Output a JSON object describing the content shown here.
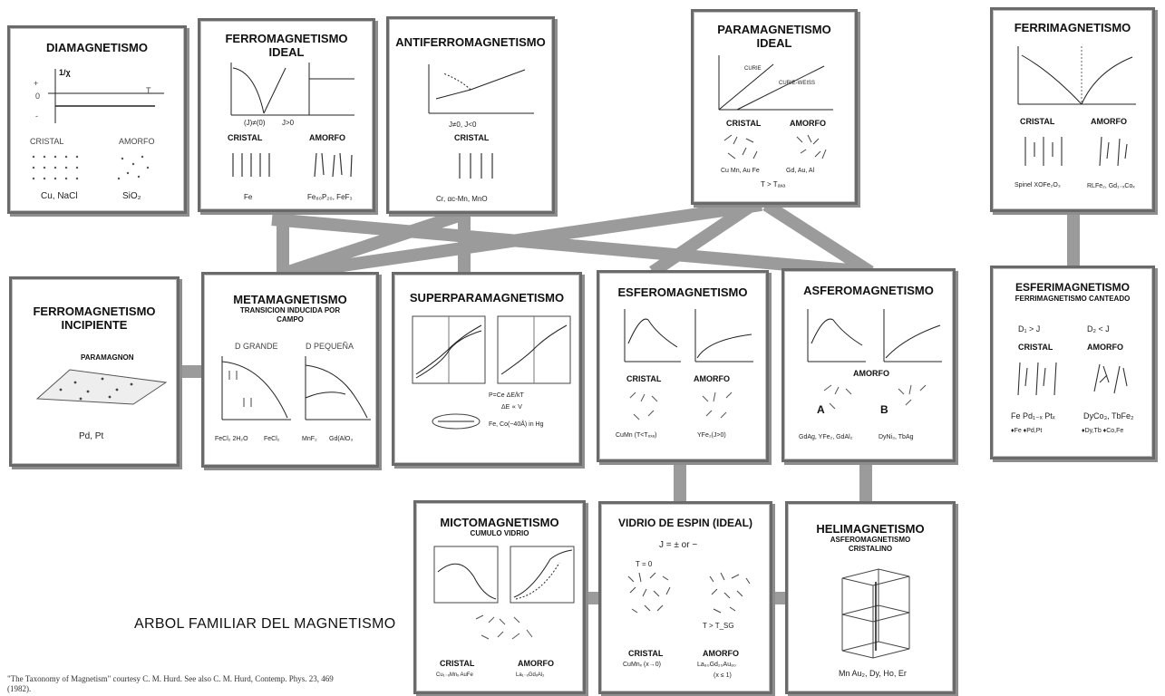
{
  "title": "ARBOL FAMILIAR DEL MAGNETISMO",
  "credit": "\"The Taxonomy of Magnetism\" courtesy C. M. Hurd. See also C. M. Hurd, Contemp. Phys. 23, 469 (1982).",
  "boxes": {
    "diamagnetismo": {
      "title": "DIAMAGNETISMO",
      "axis_plus": "+",
      "axis_zero": "0",
      "axis_minus": "-",
      "ylabel": "1/χ",
      "xlabel": "T",
      "crystal": "CRISTAL",
      "amorph": "AMORFO",
      "mat_crystal": "Cu, NaCl",
      "mat_amorph": "SiO₂"
    },
    "ferro_ideal": {
      "title": "FERROMAGNETISMO\nIDEAL",
      "note1": "(J)≠(0)",
      "note2": "J>0",
      "crystal": "CRISTAL",
      "amorph": "AMORFO",
      "mat_crystal": "Fe",
      "mat_amorph": "Fe₈₀P₂₀, FeF₃"
    },
    "antiferro": {
      "title": "ANTIFERROMAGNETISMO",
      "note1": "J≠0, J<0",
      "crystal": "CRISTAL",
      "mat_crystal": "Cr, αc-Mn, MnO"
    },
    "para_ideal": {
      "title": "PARAMAGNETISMO\nIDEAL",
      "curve1": "CURIE",
      "curve2": "CURIE-WEISS",
      "crystal": "CRISTAL",
      "amorph": "AMORFO",
      "mat_crystal": "Cu Mn, Au Fe",
      "mat_amorph": "Gd, Au, Al",
      "cond": "T > Tₐₓₐ"
    },
    "ferri": {
      "title": "FERRIMAGNETISMO",
      "crystal": "CRISTAL",
      "amorph": "AMORFO",
      "mat_crystal": "Spinel XOFe₂O₃",
      "mat_amorph": "RLFe₂, Gd₁₋ₓCoₓ"
    },
    "ferro_incip": {
      "title": "FERROMAGNETISMO\nINCIPIENTE",
      "paramagnon": "PARAMAGNON",
      "mat": "Pd, Pt"
    },
    "metamag": {
      "title": "METAMAGNETISMO",
      "subtitle": "TRANSICION INDUCIDA POR\nCAMPO",
      "d_grande": "D GRANDE",
      "d_pequena": "D PEQUEÑA",
      "mat1": "FeCl₂ 2H₂O",
      "mat2": "FeCl₂",
      "mat3": "MnF₂",
      "mat4": "Gd(AlO₃"
    },
    "superpara": {
      "title": "SUPERPARAMAGNETISMO",
      "eq1": "P=Ce ΔE/kT",
      "eq2": "ΔE ∝ V",
      "mat": "Fe, Co(~40Å) in Hg"
    },
    "esfero": {
      "title": "ESFEROMAGNETISMO",
      "crystal": "CRISTAL",
      "amorph": "AMORFO",
      "mat_crystal": "CuMn (T<Tₑₓₐ)",
      "mat_amorph": "YFe₂(J>0)"
    },
    "asfero": {
      "title": "ASFEROMAGNETISMO",
      "amorph": "AMORFO",
      "label_a": "A",
      "label_b": "B",
      "mat_a": "GdAg, YFe₂, GdAl₂",
      "mat_b": "DyNi₃, TbAg"
    },
    "esferi": {
      "title": "ESFERIMAGNETISMO",
      "subtitle": "FERRIMAGNETISMO CANTEADO",
      "cond1": "D₁ > J",
      "cond2": "D₂ < J",
      "crystal": "CRISTAL",
      "amorph": "AMORFO",
      "mat_crystal": "Fe Pd₁₋ₓ Ptₓ",
      "mat_amorph": "DyCo₃, TbFe₂",
      "mat_crystal2": "♦Fe  ♦Pd,Pt",
      "mat_amorph2": "♦Dy,Tb  ♦Co,Fe"
    },
    "micto": {
      "title": "MICTOMAGNETISMO",
      "subtitle": "CUMULO VIDRIO",
      "crystal": "CRISTAL",
      "amorph": "AMORFO",
      "mat_crystal": "Cu₁₋ₓMnₓ AuFe",
      "mat_amorph": "La₁₋ₓGdₓAl₂"
    },
    "vidrio": {
      "title": "VIDRIO DE ESPIN (IDEAL)",
      "eq": "J = ± or −",
      "t1": "T = 0",
      "t2": "T > T_SG",
      "crystal": "CRISTAL",
      "amorph": "AMORFO",
      "mat_crystal": "CuMnₓ (x→0)",
      "mat_amorph": "La₈₀Gd₂₀Au₈₀",
      "mat_amorph2": "(x ≤ 1)"
    },
    "heli": {
      "title": "HELIMAGNETISMO",
      "subtitle": "ASFEROMAGNETISMO\nCRISTALINO",
      "mat": "Mn Au₂, Dy, Ho, Er"
    }
  }
}
